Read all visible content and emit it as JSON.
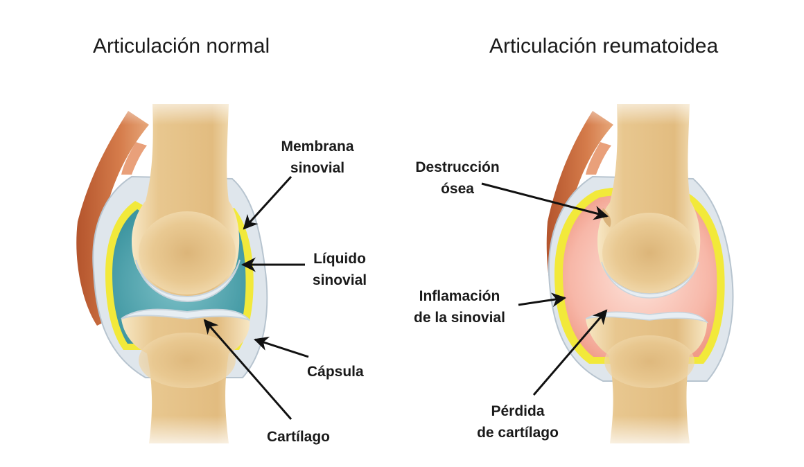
{
  "titles": {
    "normal": "Articulación normal",
    "rheumatoid": "Articulación reumatoidea"
  },
  "normal_joint": {
    "membrana": [
      "Membrana",
      "sinovial"
    ],
    "liquido": [
      "Líquido",
      "sinovial"
    ],
    "capsula": "Cápsula",
    "cartilago": "Cartílago"
  },
  "rheumatoid_joint": {
    "destruccion": [
      "Destrucción",
      "ósea"
    ],
    "inflamacion": [
      "Inflamación",
      "de la sinovial"
    ],
    "perdida": [
      "Pérdida",
      "de cartílago"
    ]
  },
  "colors": {
    "bone": "#f1d9a9",
    "marrow": "#d9b27a",
    "synovial_fluid_normal": "#4fa6b0",
    "synovial_membrane": "#f2e93a",
    "inflamed_synovium": "#f6b1a4",
    "capsule": "#d9e2ea",
    "muscle": "#c9683a"
  }
}
